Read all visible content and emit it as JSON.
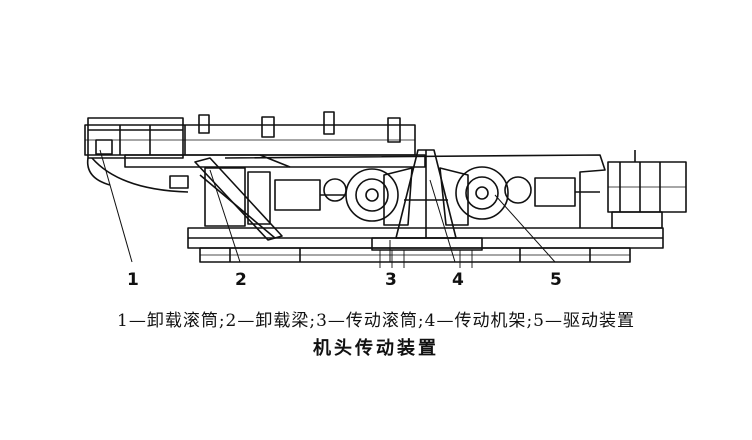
{
  "diagram": {
    "callouts": [
      "1",
      "2",
      "3",
      "4",
      "5"
    ],
    "caption": "1—卸载滚筒;2—卸载梁;3—传动滚筒;4—传动机架;5—驱动装置",
    "title": "机头传动装置"
  },
  "colors": {
    "line": "#111111",
    "background": "#ffffff"
  }
}
